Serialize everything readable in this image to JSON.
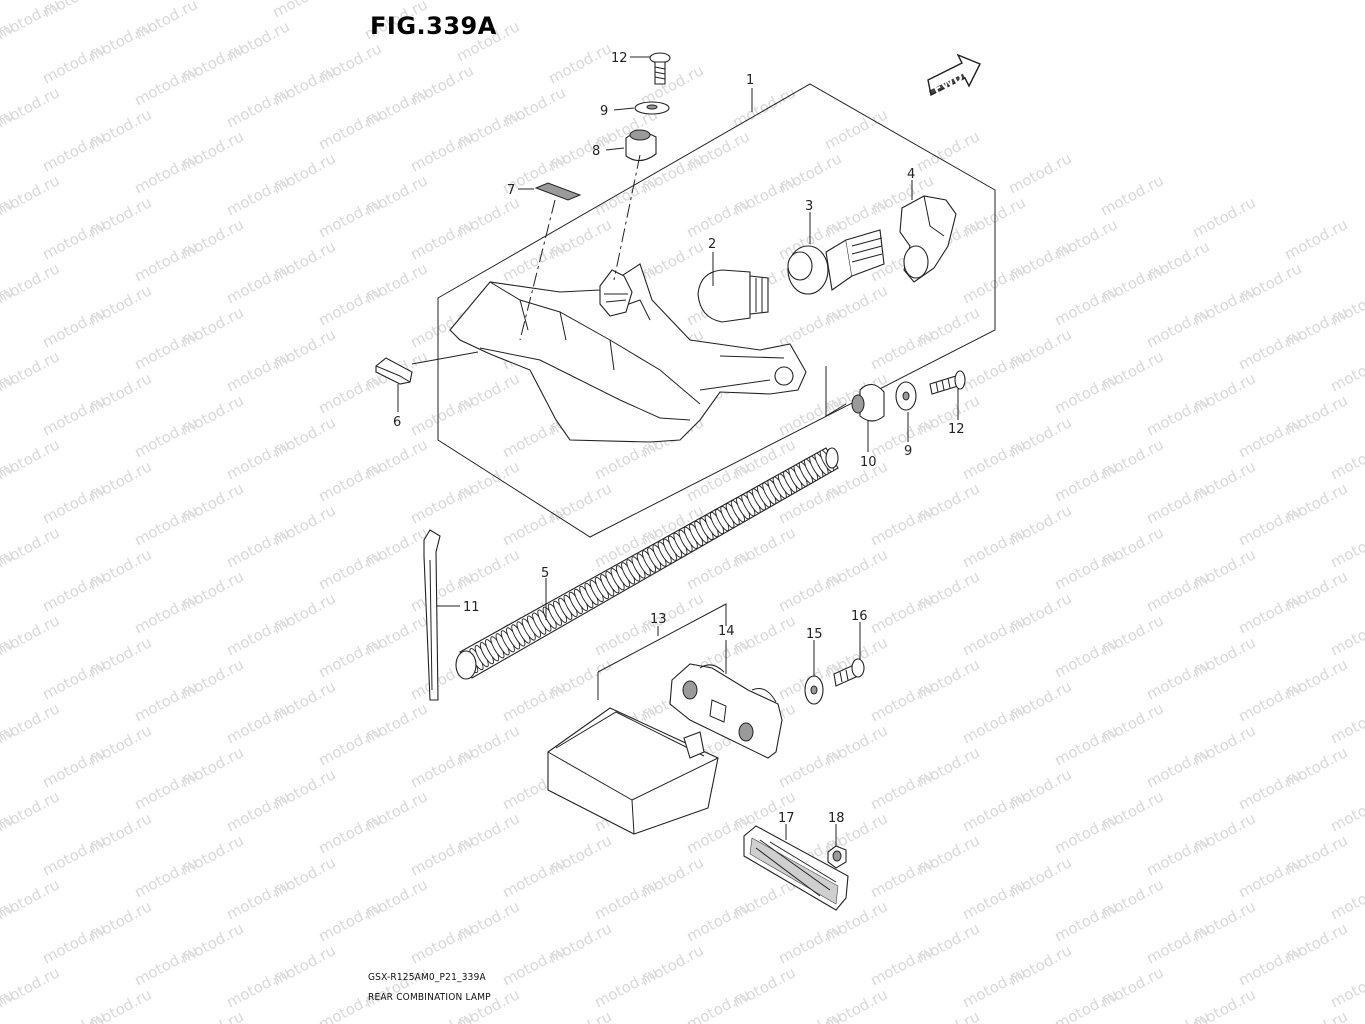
{
  "figure": {
    "title": "FIG.339A",
    "code": "GSX-R125AM0_P21_339A",
    "caption": "REAR COMBINATION LAMP",
    "fwd_label": "FWD"
  },
  "watermark": {
    "text": "motod.ru"
  },
  "callouts": {
    "c1": "1",
    "c2": "2",
    "c3": "3",
    "c4": "4",
    "c5": "5",
    "c6": "6",
    "c7": "7",
    "c8": "8",
    "c9a": "9",
    "c9b": "9",
    "c10": "10",
    "c11": "11",
    "c12a": "12",
    "c12b": "12",
    "c13": "13",
    "c14": "14",
    "c15": "15",
    "c16": "16",
    "c17": "17",
    "c18": "18"
  },
  "colors": {
    "line": "#222222",
    "watermark": "#d9d9d9",
    "fill_dark": "#9a9a9a"
  }
}
